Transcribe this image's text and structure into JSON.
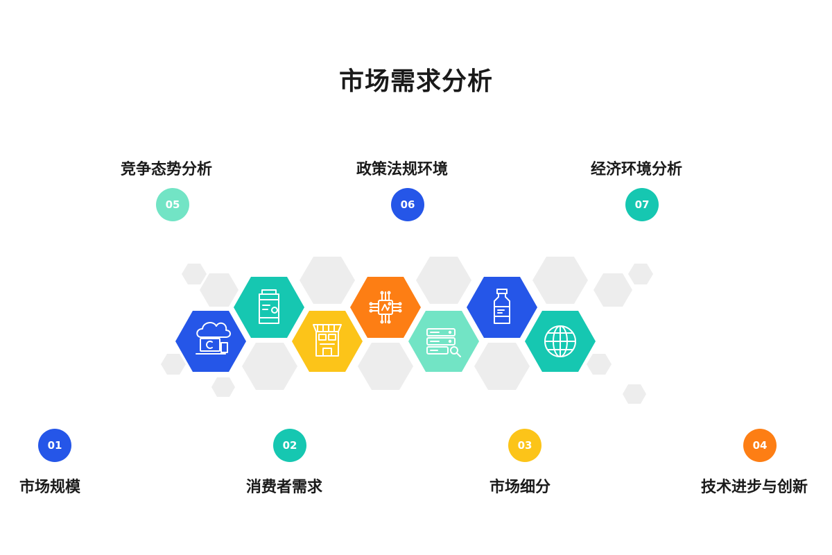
{
  "title": "市场需求分析",
  "colors": {
    "blue": "#2556e8",
    "teal": "#16c7b1",
    "yellow": "#fcc419",
    "orange": "#fd7e14",
    "mint": "#72e4c5",
    "gray": "#ededed"
  },
  "top_items": [
    {
      "number": "05",
      "label": "竞争态势分析"
    },
    {
      "number": "06",
      "label": "政策法规环境"
    },
    {
      "number": "07",
      "label": "经济环境分析"
    }
  ],
  "bottom_items": [
    {
      "number": "01",
      "label": "市场规模"
    },
    {
      "number": "02",
      "label": "消费者需求"
    },
    {
      "number": "03",
      "label": "市场细分"
    },
    {
      "number": "04",
      "label": "技术进步与创新"
    }
  ],
  "icons": [
    "cloud-laptop-icon",
    "pill-bottle-icon",
    "market-stall-icon",
    "circuit-chip-icon",
    "server-search-icon",
    "medicine-bottle-icon",
    "globe-icon"
  ]
}
